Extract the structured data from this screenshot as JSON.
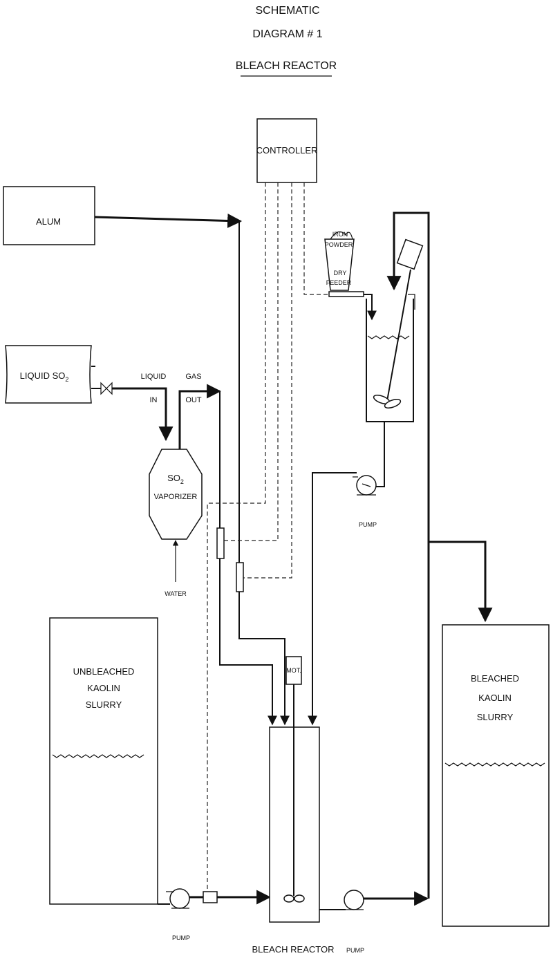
{
  "title": {
    "line1": "SCHEMATIC",
    "line2": "DIAGRAM # 1",
    "line3": "BLEACH REACTOR"
  },
  "labels": {
    "controller": "CONTROLLER",
    "alum": "ALUM",
    "liquid_so2": "LIQUID SO",
    "liquid_so2_sub": "2",
    "liquid": "LIQUID",
    "in": "IN",
    "gas": "GAS",
    "out": "OUT",
    "vaporizer_so": "SO",
    "vaporizer_sub": "2",
    "vaporizer": "VAPORIZER",
    "water": "WATER",
    "iron": "IRON",
    "powder": "POWDER",
    "dry": "DRY",
    "feeder": "FEEDER",
    "pump_top": "PUMP",
    "unbleached_1": "UNBLEACHED",
    "unbleached_2": "KAOLIN",
    "unbleached_3": "SLURRY",
    "bleached_1": "BLEACHED",
    "bleached_2": "KAOLIN",
    "bleached_3": "SLURRY",
    "mot": "MOT.",
    "bleach_reactor": "BLEACH REACTOR",
    "pump_left": "PUMP",
    "pump_right": "PUMP"
  }
}
